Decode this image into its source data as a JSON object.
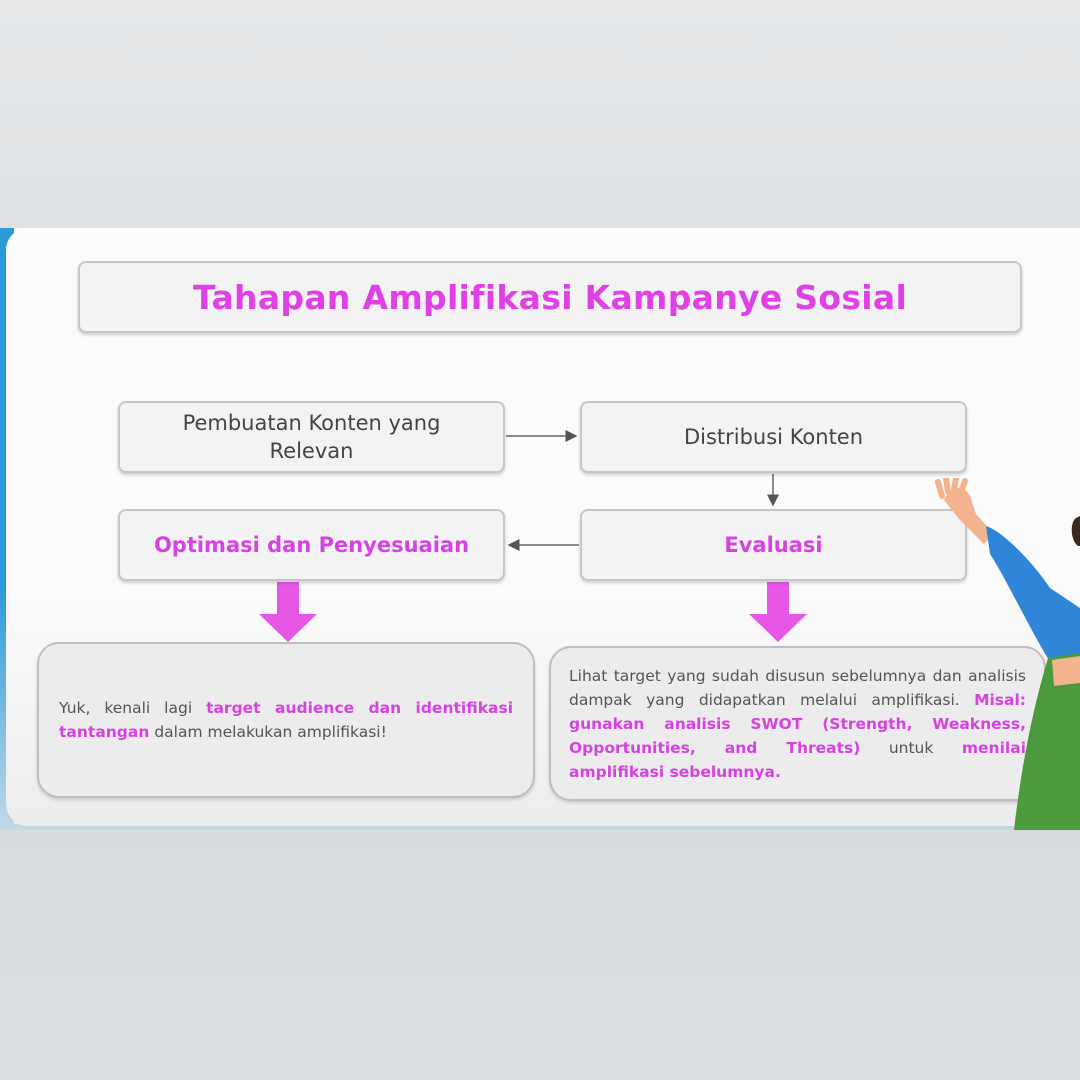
{
  "title": "Tahapan Amplifikasi Kampanye Sosial",
  "nodes": {
    "content_creation": "Pembuatan Konten yang Relevan",
    "distribution": "Distribusi Konten",
    "evaluation": "Evaluasi",
    "optimization": "Optimasi dan Penyesuaian"
  },
  "notes": {
    "left": {
      "t1": "Yuk, kenali lagi ",
      "t2": "target audience dan identifikasi tantangan",
      "t3": " dalam melakukan amplifikasi!"
    },
    "right": {
      "t1": "Lihat target yang sudah disusun sebelumnya dan analisis dampak yang didapatkan melalui amplifikasi. ",
      "t2": "Misal: gunakan analisis SWOT (Strength, Weakness, Opportunities, and Threats)",
      "t3": " untuk ",
      "t4": "menilai amplifikasi sebelumnya."
    }
  },
  "colors": {
    "accent": "#e040e6",
    "arrow": "#e657e8",
    "slide_edge": "#2b9ad8"
  },
  "icons": {
    "character": "waving-person-illustration",
    "big_arrow": "down-arrow-icon"
  }
}
